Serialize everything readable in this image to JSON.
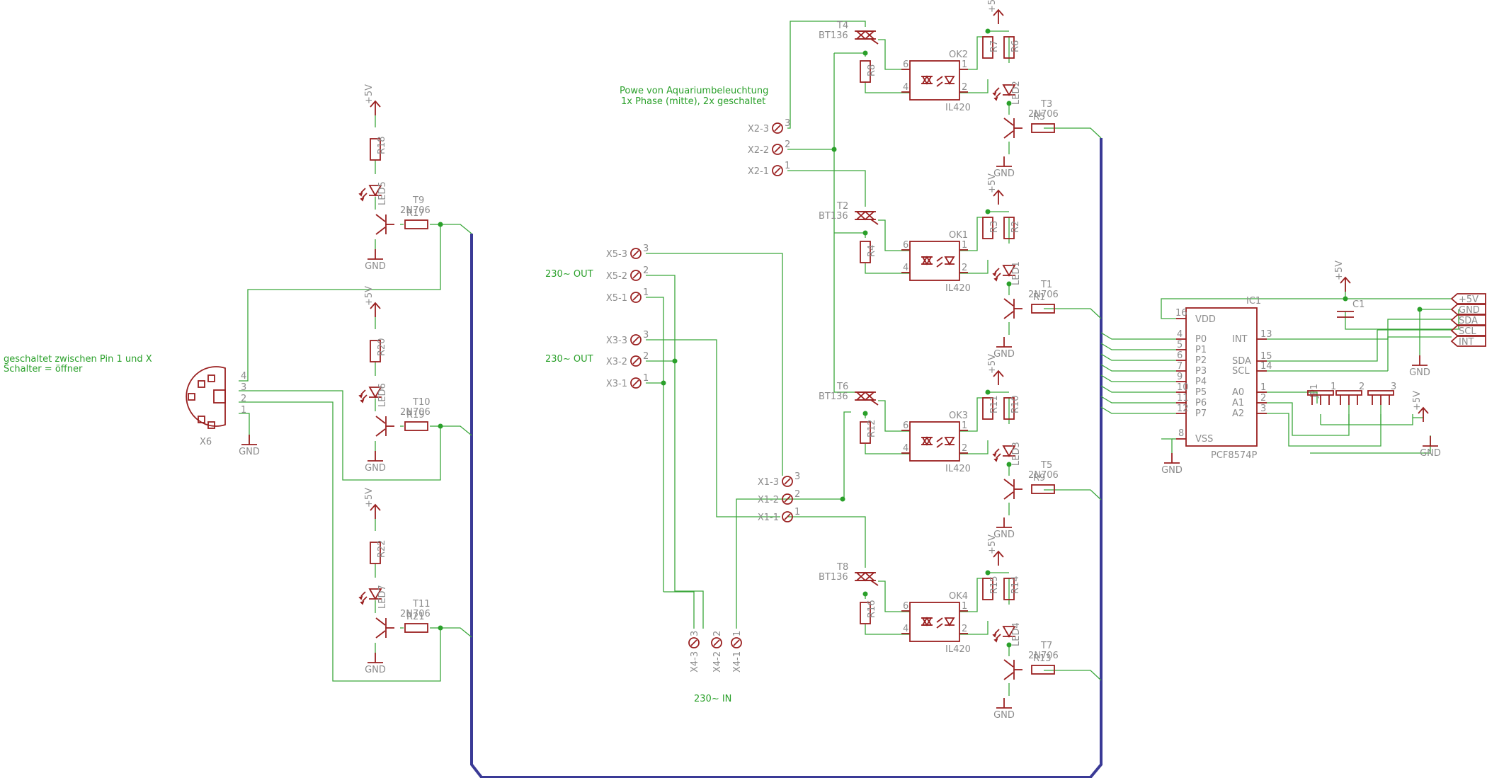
{
  "notes": {
    "power_1": "Powe von Aquariumbeleuchtung",
    "power_2": "1x Phase (mitte), 2x geschaltet",
    "out_a": "230~ OUT",
    "out_b": "230~ OUT",
    "in": "230~ IN",
    "switch_1": "geschaltet zwischen Pin 1 und X",
    "switch_2": "Schalter = öffner"
  },
  "triac": {
    "value": "BT136"
  },
  "opto": {
    "value": "IL420"
  },
  "transistor": {
    "value": "2N706"
  },
  "nets": {
    "vcc": "+5V",
    "gnd": "GND"
  },
  "triac_channels": [
    {
      "triac": "T4",
      "opto": "OK2",
      "r_gate": "R8",
      "r_a": "R7",
      "r_b": "R6",
      "led": "LED2",
      "tr": "T3",
      "r_base": "R5"
    },
    {
      "triac": "T2",
      "opto": "OK1",
      "r_gate": "R4",
      "r_a": "R3",
      "r_b": "R2",
      "led": "LED1",
      "tr": "T1",
      "r_base": "R1"
    },
    {
      "triac": "T6",
      "opto": "OK3",
      "r_gate": "R12",
      "r_a": "R11",
      "r_b": "R10",
      "led": "LED3",
      "tr": "T5",
      "r_base": "R9"
    },
    {
      "triac": "T8",
      "opto": "OK4",
      "r_gate": "R16",
      "r_a": "R15",
      "r_b": "R14",
      "led": "LED4",
      "tr": "T7",
      "r_base": "R13"
    }
  ],
  "led_channels": [
    {
      "r_top": "R18",
      "led": "LED5",
      "tr": "T9",
      "r_base": "R17"
    },
    {
      "r_top": "R20",
      "led": "LED6",
      "tr": "T10",
      "r_base": "R19"
    },
    {
      "r_top": "R22",
      "led": "LED7",
      "tr": "T11",
      "r_base": "R21"
    }
  ],
  "terminals": {
    "x2": [
      "X2-3",
      "X2-2",
      "X2-1"
    ],
    "x5": [
      "X5-3",
      "X5-2",
      "X5-1"
    ],
    "x3": [
      "X3-3",
      "X3-2",
      "X3-1"
    ],
    "x1": [
      "X1-3",
      "X1-2",
      "X1-1"
    ],
    "x4": [
      "X4-3",
      "X4-2",
      "X4-1"
    ],
    "pins": [
      "3",
      "2",
      "1"
    ]
  },
  "connector": {
    "name": "X6",
    "pins": [
      "4",
      "3",
      "2",
      "1"
    ]
  },
  "ic": {
    "name": "IC1",
    "part": "PCF8574P",
    "vdd": "VDD",
    "vdd_pin": "16",
    "vss": "VSS",
    "vss_pin": "8",
    "ports": [
      "P0",
      "P1",
      "P2",
      "P3",
      "P4",
      "P5",
      "P6",
      "P7"
    ],
    "port_pins": [
      "4",
      "5",
      "6",
      "7",
      "9",
      "10",
      "11",
      "12"
    ],
    "right": [
      "INT",
      "SDA",
      "SCL",
      "A0",
      "A1",
      "A2"
    ],
    "right_pins": [
      "13",
      "15",
      "14",
      "1",
      "2",
      "3"
    ]
  },
  "cap": {
    "name": "C1"
  },
  "jumper": {
    "name": "JP1",
    "pins": [
      "1",
      "2",
      "3"
    ]
  },
  "header": [
    "+5V",
    "GND",
    "SDA",
    "SCL",
    "INT"
  ]
}
